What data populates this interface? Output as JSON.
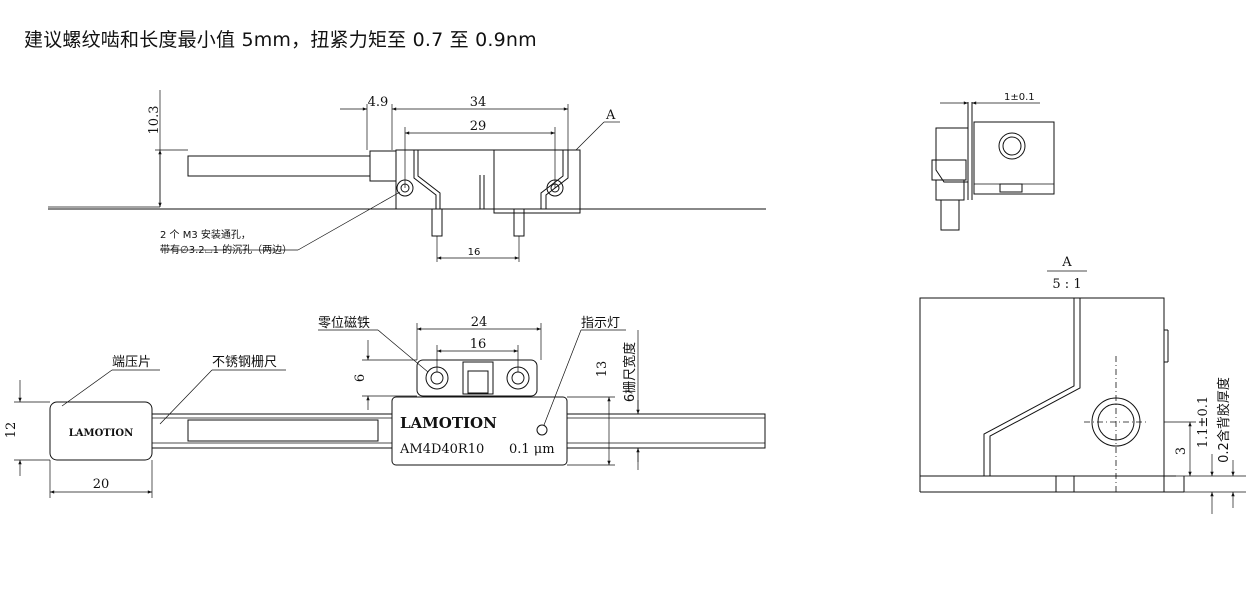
{
  "title": "建议螺纹啮和长度最小值 5mm，扭紧力矩至 0.7 至 0.9nm",
  "top_view": {
    "dim_height": "10.3",
    "dim_4_9": "4.9",
    "dim_34": "34",
    "dim_29": "29",
    "dim_16": "16",
    "label_a": "A",
    "note_line1": "2 个 M3 安装通孔，",
    "note_line2": "带有∅3.2⌴1 的沉孔（两边）"
  },
  "front_view": {
    "zero_magnet": "零位磁铁",
    "indicator": "指示灯",
    "end_clamp": "端压片",
    "scale": "不锈钢栅尺",
    "dim_24": "24",
    "dim_16": "16",
    "dim_6": "6",
    "dim_13": "13",
    "scale_width": "6栅尺宽度",
    "dim_12": "12",
    "dim_20": "20",
    "brand_clamp": "LAMOTION",
    "brand_head": "LAMOTION",
    "model": "AM4D40R10",
    "resolution": "0.1 μm"
  },
  "side_view": {
    "dim_gap": "1±0.1"
  },
  "detail_view": {
    "label": "A",
    "scale": "5 : 1",
    "dim_1_1": "1.1±0.1",
    "dim_3": "3",
    "adhesive": "0.2含背胶厚度"
  }
}
